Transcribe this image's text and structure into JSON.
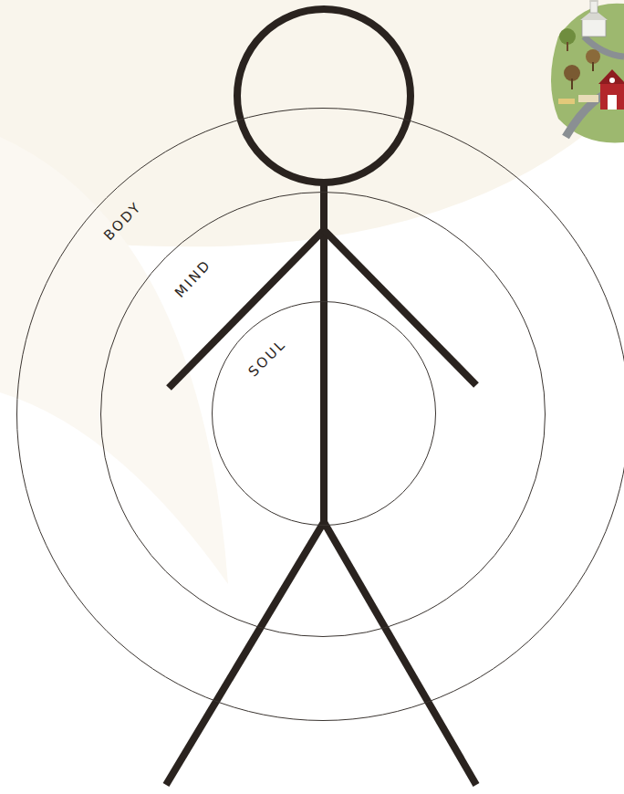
{
  "diagram": {
    "nodes": [
      {
        "text": [
          "BODY"
        ]
      },
      {
        "text": [
          "MIND"
        ],
        "in": 0
      },
      {
        "text": [
          "SOUL"
        ],
        "in": 1
      }
    ]
  }
}
